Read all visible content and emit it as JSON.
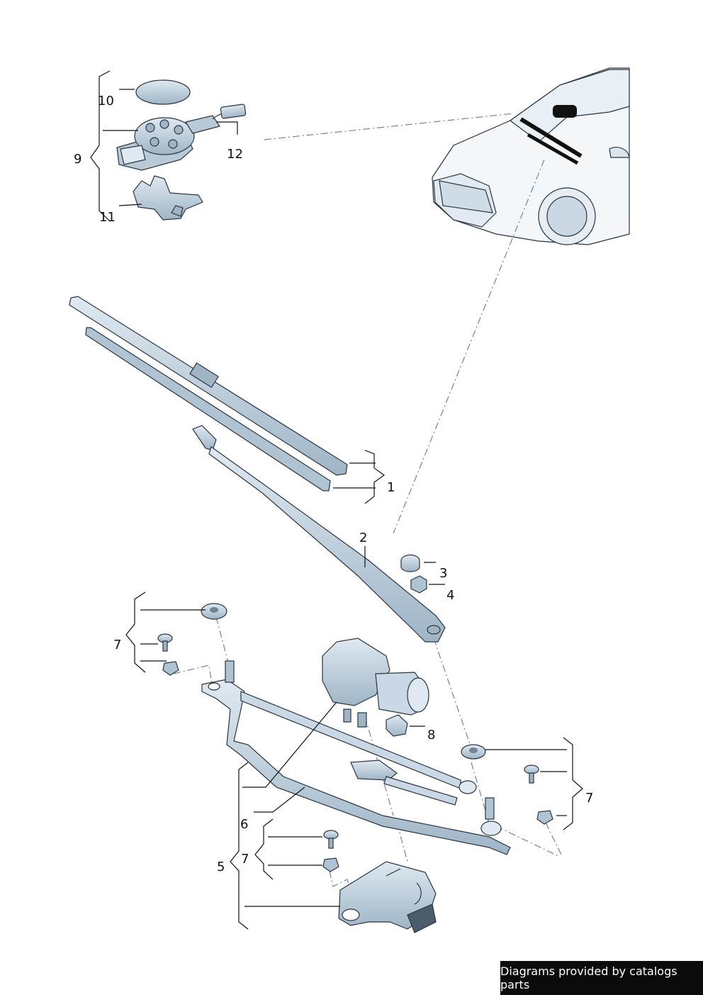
{
  "labels": {
    "p1": "1",
    "p2": "2",
    "p3": "3",
    "p4": "4",
    "p5": "5",
    "p6": "6",
    "p7a": "7",
    "p7b": "7",
    "p7c": "7",
    "p8": "8",
    "p9": "9",
    "p10": "10",
    "p11": "11",
    "p12": "12"
  },
  "watermark": "Diagrams provided by catalogs parts",
  "colors": {
    "part_fill": "#c9d8e4",
    "part_dark": "#8ea6b8",
    "outline": "#2a3440",
    "dash_line": "#6f8596",
    "watermark_bg": "#0b0b0b"
  }
}
